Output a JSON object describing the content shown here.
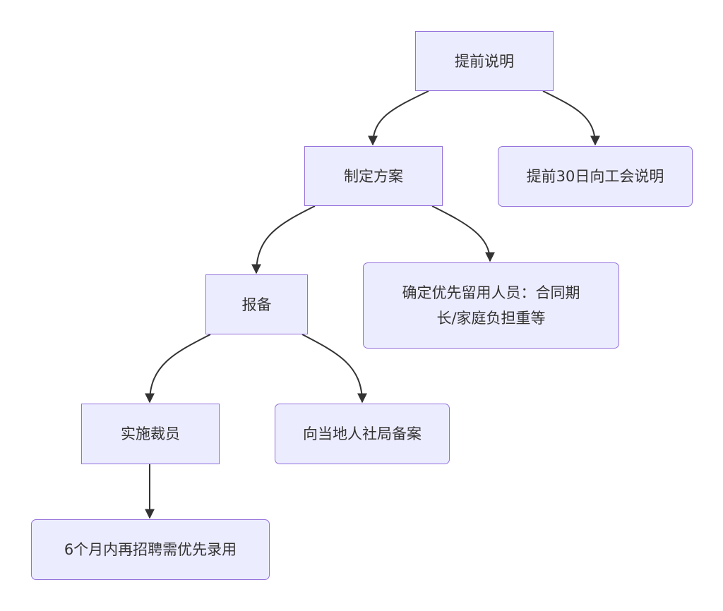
{
  "nodes": {
    "advance_notice": "提前说明",
    "union_notice": "提前30日向工会说明",
    "make_plan": "制定方案",
    "priority_retain_line1": "确定优先留用人员：合同期",
    "priority_retain_line2": "长/家庭负担重等",
    "report": "报备",
    "implement": "实施裁员",
    "local_filing": "向当地人社局备案",
    "rehire_priority": "6个月内再招聘需优先录用"
  },
  "colors": {
    "node_fill": "#ececff",
    "node_border": "#9370db",
    "edge": "#333333",
    "text": "#333333"
  }
}
